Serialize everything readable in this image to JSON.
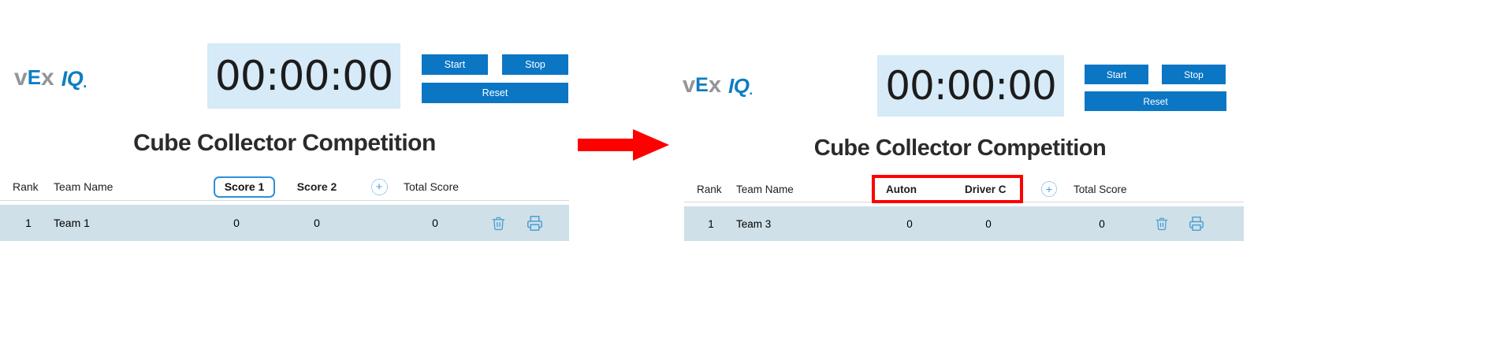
{
  "app": {
    "logo": {
      "part_v": "v",
      "part_e": "E",
      "part_x": "x",
      "part_iq": "IQ",
      "part_reg": ".",
      "name": "VEX IQ"
    },
    "timer_value": "00:00:00",
    "buttons": {
      "start": "Start",
      "stop": "Stop",
      "reset": "Reset"
    },
    "title": "Cube Collector Competition"
  },
  "colors": {
    "brand_blue": "#0b76c4",
    "logo_blue": "#0f7dc2",
    "logo_gray": "#939598",
    "timer_bg": "#d6eaf7",
    "row_bg": "#cfe0e8",
    "icon_blue": "#4a9fd4",
    "annotation_red": "#fe0000",
    "field_border": "#2f8fd6",
    "title_text": "#2b2b2b"
  },
  "panels": [
    {
      "id": "before",
      "table": {
        "headers": {
          "rank": "Rank",
          "team_name": "Team Name",
          "score1": "Score 1",
          "score2": "Score 2",
          "add": "+",
          "total": "Total Score"
        },
        "score1_is_field": true,
        "rows": [
          {
            "rank": "1",
            "team_name": "Team 1",
            "score1": "0",
            "score2": "0",
            "total": "0",
            "delete_icon": "trash-icon",
            "print_icon": "printer-icon"
          }
        ]
      }
    },
    {
      "id": "after",
      "table": {
        "headers": {
          "rank": "Rank",
          "team_name": "Team Name",
          "score1": "Auton",
          "score2": "Driver C",
          "add": "+",
          "total": "Total Score"
        },
        "score1_is_field": false,
        "rows": [
          {
            "rank": "1",
            "team_name": "Team 3",
            "score1": "0",
            "score2": "0",
            "total": "0",
            "delete_icon": "trash-icon",
            "print_icon": "printer-icon"
          }
        ]
      }
    }
  ],
  "annotations": {
    "arrow": "right-arrow",
    "highlight_box": "column-headers-highlight"
  }
}
